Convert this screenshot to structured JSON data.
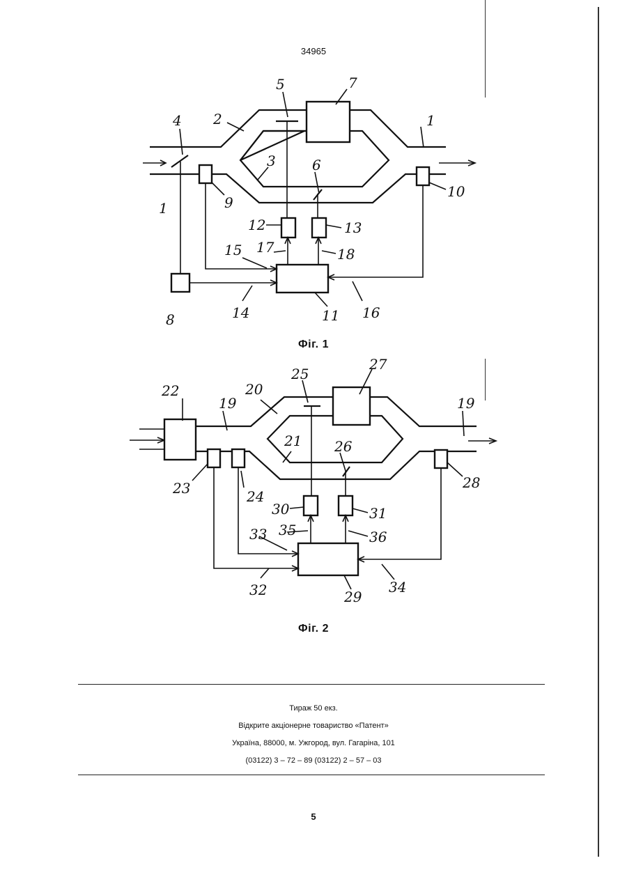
{
  "page_number_top": "34965",
  "fig1": {
    "caption": "Фіг. 1",
    "labels": [
      "1",
      "1",
      "2",
      "3",
      "4",
      "5",
      "6",
      "7",
      "8",
      "9",
      "10",
      "11",
      "12",
      "13",
      "14",
      "15",
      "16",
      "17",
      "18"
    ]
  },
  "fig2": {
    "caption": "Фіг. 2",
    "labels": [
      "19",
      "19",
      "20",
      "21",
      "22",
      "23",
      "24",
      "25",
      "26",
      "27",
      "28",
      "29",
      "30",
      "31",
      "32",
      "33",
      "34",
      "35",
      "36"
    ]
  },
  "imprint": {
    "line1": "Тираж 50 екз.",
    "line2": "Відкрите акціонерне товариство «Патент»",
    "line3": "Україна, 88000, м. Ужгород, вул. Гагаріна, 101",
    "line4": "(03122) 3 – 72 – 89  (03122) 2 – 57 – 03"
  },
  "page_number_bottom": "5"
}
